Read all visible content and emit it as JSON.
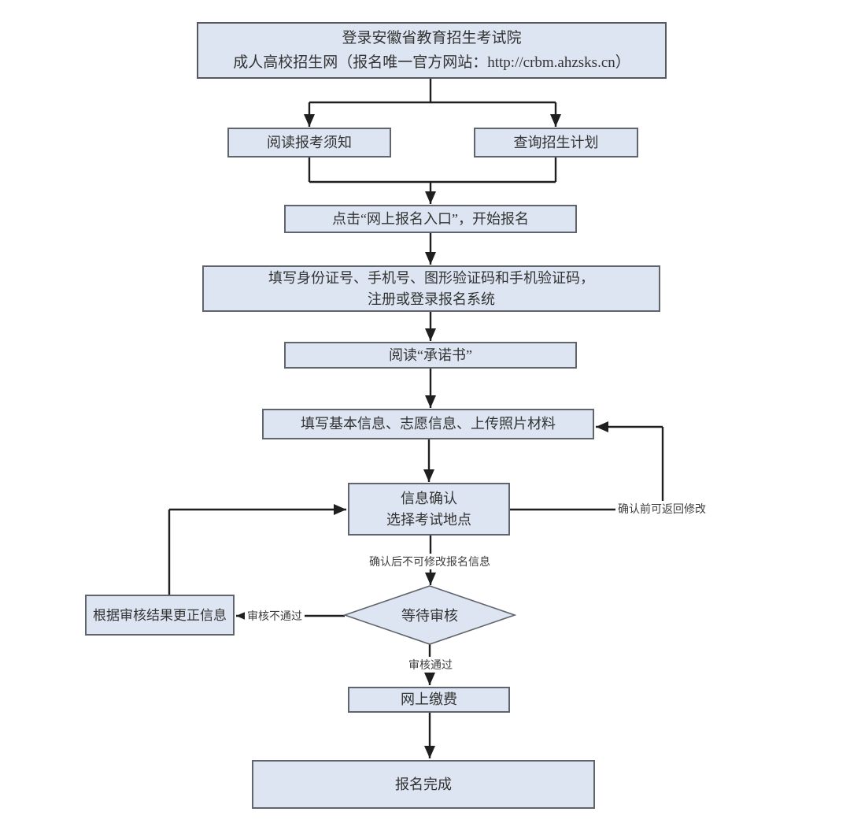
{
  "nodes": {
    "login": {
      "label": "登录安徽省教育招生考试院\n成人高校招生网（报名唯一官方网站：http://crbm.ahzsks.cn）"
    },
    "read_notice": {
      "label": "阅读报考须知"
    },
    "query_plan": {
      "label": "查询招生计划"
    },
    "click_entry": {
      "label": "点击“网上报名入口”，开始报名"
    },
    "register_login": {
      "label": "填写身份证号、手机号、图形验证码和手机验证码，\n注册或登录报名系统"
    },
    "read_commitment": {
      "label": "阅读“承诺书”"
    },
    "fill_info": {
      "label": "填写基本信息、志愿信息、上传照片材料"
    },
    "confirm_info": {
      "label": "信息确认\n选择考试地点"
    },
    "wait_review": {
      "label": "等待审核"
    },
    "correct_info": {
      "label": "根据审核结果更正信息"
    },
    "pay_online": {
      "label": "网上缴费"
    },
    "complete": {
      "label": "报名完成"
    }
  },
  "edge_labels": {
    "before_confirm": "确认前可返回修改",
    "after_confirm": "确认后不可修改报名信息",
    "review_failed": "审核不通过",
    "review_passed": "审核通过"
  },
  "colors": {
    "canvas_bg": "#ffffff",
    "node_fill": "#dce5f1",
    "node_border": "#60646c",
    "connector": "#1f1f1f",
    "text": "#333333"
  }
}
